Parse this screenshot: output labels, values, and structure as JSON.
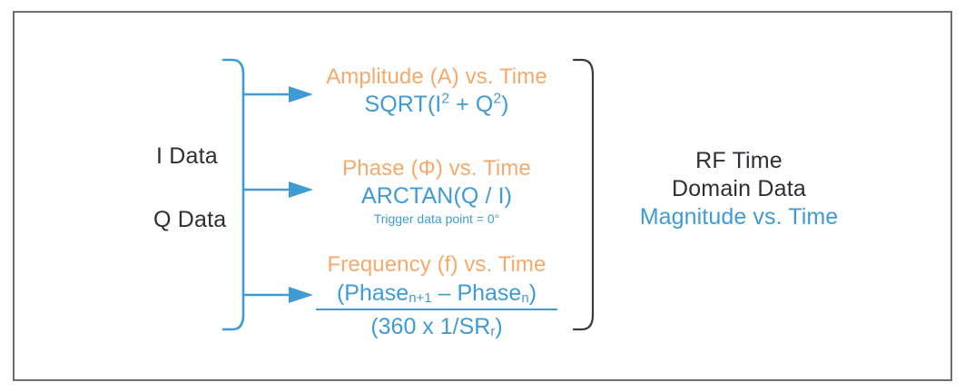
{
  "figure": {
    "border_color": "#6d6e71",
    "background": "#ffffff",
    "accent_orange": "#f6a96a",
    "accent_blue": "#3f9bd4",
    "text_dark": "#2e2e38"
  },
  "inputs": {
    "i_data": "I Data",
    "q_data": "Q Data"
  },
  "branches": [
    {
      "id": "amplitude",
      "title": "Amplitude (A) vs. Time",
      "formula_prefix": "SQRT(I",
      "formula_exp1": "2",
      "formula_mid": " + Q",
      "formula_exp2": "2",
      "formula_suffix": ")"
    },
    {
      "id": "phase",
      "title": "Phase (Φ) vs. Time",
      "formula": "ARCTAN(Q / I)",
      "note": "Trigger data point = 0°"
    },
    {
      "id": "frequency",
      "title": "Frequency (f) vs. Time",
      "numerator_prefix": "(Phase",
      "numerator_sub1": "n+1",
      "numerator_mid": " – Phase",
      "numerator_sub2": "n",
      "numerator_suffix": ")",
      "denominator_prefix": "(360 x 1/SR",
      "denominator_sub": "r",
      "denominator_suffix": ")"
    }
  ],
  "output": {
    "line1": "RF Time",
    "line2": "Domain Data",
    "line3": "Magnitude vs. Time"
  },
  "connectors": {
    "left_brace_color": "#3f9bd4",
    "right_brace_color": "#3a3a42",
    "arrow_color": "#3f9bd4",
    "arrow_count": 3
  }
}
